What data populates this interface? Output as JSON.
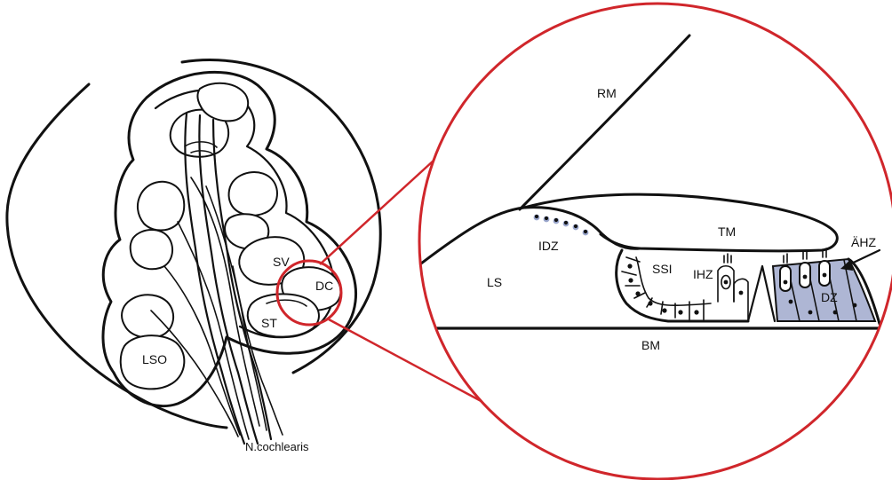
{
  "labels": {
    "sv": "SV",
    "dc": "DC",
    "st": "ST",
    "lso": "LSO",
    "nerve": "N.cochlearis",
    "rm": "RM",
    "tm": "TM",
    "idz": "IDZ",
    "ls": "LS",
    "ssi": "SSI",
    "ihz": "IHZ",
    "ahz": "ÄHZ",
    "dz": "DZ",
    "bm": "BM"
  },
  "colors": {
    "outline": "#111111",
    "magnifier": "#d0262b",
    "highlight": "#aeb6d4",
    "dot_blue": "#9aa6cc"
  }
}
